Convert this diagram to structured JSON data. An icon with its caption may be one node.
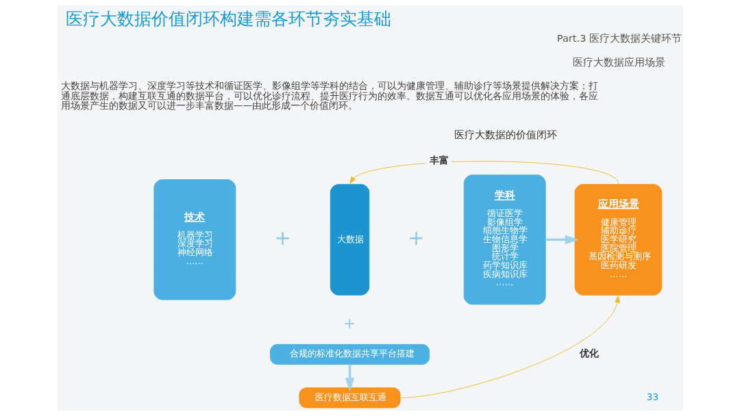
{
  "diagram": {
    "title": "医疗大数据价值闭环构建需各环节夯实基础",
    "caption": "医疗大数据的价值闭环",
    "nodes": [
      {
        "text": [
          "技术",
          "机器学习",
          "深度学习",
          "神经网络",
          "……"
        ]
      },
      {
        "text": [
          "大数据"
        ]
      },
      {
        "text": [
          "学科",
          "循证医学",
          "影像组学",
          "细胞生物学",
          "生物信息学",
          "图形学",
          "统计学",
          "药学知识库",
          "疾病知识库",
          "……"
        ]
      },
      {
        "text": [
          "应用场景",
          "健康管理",
          "辅助诊疗",
          "医学研究",
          "医院管理",
          "基因检测与测序",
          "医药研发",
          "……"
        ]
      },
      {
        "text": [
          "合规的标准化数据共享平台搭建"
        ]
      },
      {
        "text": [
          "医疗数据互联互通"
        ]
      }
    ],
    "edges": [
      {
        "from": 2,
        "to": 3,
        "arrow": "to",
        "style": "thick",
        "color": "#9fd3ec"
      },
      {
        "from": 3,
        "to": 1,
        "arrow": "to",
        "label": "丰富",
        "color": "#e8bd3a"
      },
      {
        "from": 4,
        "to": 5,
        "arrow": "to",
        "style": "thick",
        "color": "#9fd3ec"
      },
      {
        "from": 5,
        "to": 3,
        "arrow": "to",
        "label": "优化",
        "color": "#e8bd3a"
      }
    ],
    "labels": [
      "Part.3 医疗大数据关键环节",
      "医疗大数据应用场景",
      "大数据与机器学习、深度学习等技术和循证医学、影像组学等学科的结合，可以为健康管理、辅助诊疗等场景提供解决方案；打通底层数据，构建互联互通的数据平台，可以优化诊疗流程、提升医疗行为的效率。数据互通可以优化各应用场景的体验，各应用场景产生的数据又可以进一步丰富数据——由此形成一个价值闭环。",
      "+",
      "+",
      "+",
      "33"
    ]
  }
}
